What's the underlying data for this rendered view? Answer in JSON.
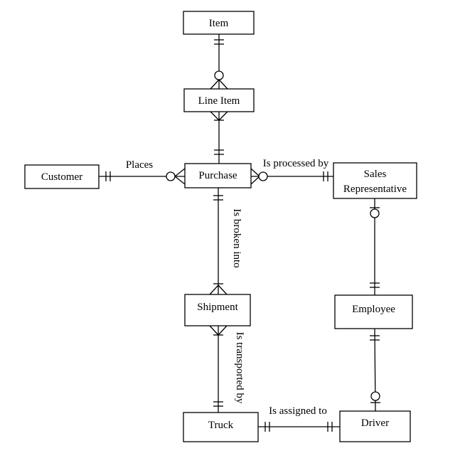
{
  "entities": {
    "item": "Item",
    "line_item": "Line Item",
    "customer": "Customer",
    "purchase": "Purchase",
    "sales_rep_line1": "Sales",
    "sales_rep_line2": "Representative",
    "shipment": "Shipment",
    "employee": "Employee",
    "truck": "Truck",
    "driver": "Driver"
  },
  "relationships": {
    "places": "Places",
    "is_processed_by": "Is processed by",
    "is_broken_into": "Is broken into",
    "is_transported_by": "Is transported by",
    "is_assigned_to": "Is assigned to"
  }
}
